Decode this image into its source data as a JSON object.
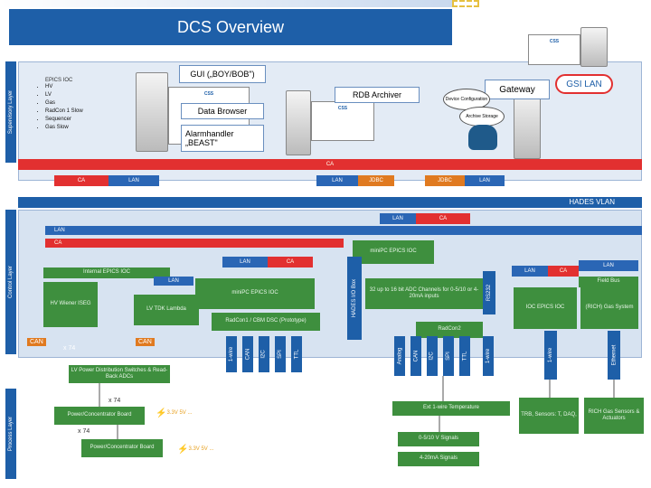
{
  "title": "DCS Overview",
  "layers": {
    "supervisory": "Supervisory Layer",
    "control": "Control Layer",
    "process": "Process Layer"
  },
  "supervisory": {
    "epics_ioc_title": "EPICS IOC",
    "epics_ioc_items": [
      "HV",
      "LV",
      "Gas",
      "RadCon 1 Slow",
      "Sequencer",
      "Gas Slow"
    ],
    "gui": "GUI („BOY/BOB\")",
    "rdb_archiver": "RDB Archiver",
    "data_browser": "Data Browser",
    "alarm_handler": "Alarmhandler „BEAST\"",
    "gateway": "Gateway",
    "gsi_lan": "GSI LAN",
    "db_config": "Device Configuration",
    "db_archive": "Archive Storage",
    "ca_bar": "CA",
    "bottom_tags": {
      "ca_left": "CA",
      "lan_left": "LAN",
      "lan_mid": "LAN",
      "jdbc1": "JDBC",
      "jdbc2": "JDBC",
      "lan_right": "LAN"
    }
  },
  "hades_vlan": "HADES VLAN",
  "control": {
    "lan_top": "LAN",
    "ca_top": "CA",
    "lan_row2": "LAN",
    "ca_row2": "CA",
    "lan_mid": "LAN",
    "ca_mid": "CA",
    "internal_epics_ioc": "Internal EPICS IOC",
    "hv": "HV Wiener ISEG",
    "lan_hv": "LAN",
    "lv": "LV TDK Lambda",
    "minipc1": "miniPC EPICS IOC",
    "minipc2": "miniPC EPICS IOC",
    "radcon": "RadCon1 / CBM DSC (Prototype)",
    "hades_io": "HADES I/O Box",
    "adc": "32 up to 16 bit ADC Channels for 0-5/10 or 4-20mA inputs",
    "rs232": "RS232",
    "radcon2": "RadCon2",
    "ioc_box": "IOC EPICS IOC",
    "rich_gas": "(RICH) Gas System",
    "lan_right": "LAN",
    "ca_right": "CA",
    "lan_far": "LAN",
    "field_bus": "Field Bus",
    "can": "CAN",
    "x74_left": "x 74",
    "can_label2": "CAN",
    "io_tags": [
      "1-wire",
      "CAN",
      "I2C",
      "SPI",
      "TTL"
    ],
    "io_tags2": [
      "Analog",
      "CAN",
      "I2C",
      "SPI",
      "TTL",
      "1-wire"
    ],
    "onewire_r": "1-wire",
    "ethernet_r": "Ethernet"
  },
  "process": {
    "lv_power": "LV Power Distribution Switches & Read-Back ADCs",
    "x74_a": "x 74",
    "power_board1": "Power/Concentrator Board",
    "x74_b": "x 74",
    "power_board2": "Power/Concentrator Board",
    "lightning1": "3.3V 5V ...",
    "lightning2": "3.3V 5V ...",
    "temp": "Ext 1-wire Temperature",
    "signals_v": "0-5/10 V Signals",
    "signals_ma": "4-20mA Signals",
    "trb": "TRB, Sensors: T, DAQ,",
    "rich_sensors": "RICH Gas Sensors & Actuators"
  }
}
